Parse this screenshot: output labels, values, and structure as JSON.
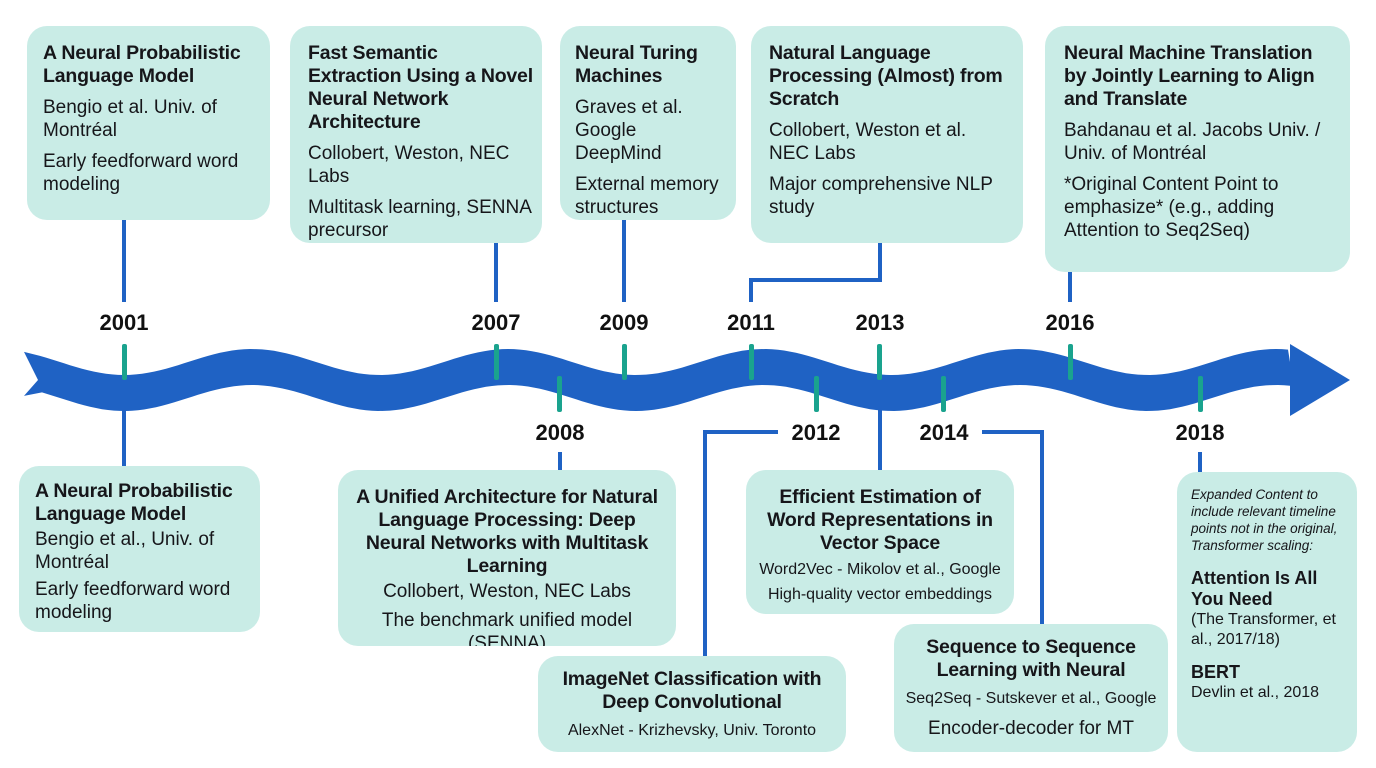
{
  "years": {
    "y2001": "2001",
    "y2007": "2007",
    "y2008": "2008",
    "y2009": "2009",
    "y2011": "2011",
    "y2012": "2012",
    "y2013": "2013",
    "y2014": "2014",
    "y2016": "2016",
    "y2018": "2018"
  },
  "cards": {
    "c2001_top": {
      "title": "A Neural Probabilistic Language Model",
      "authors": "Bengio et al. Univ. of Montréal",
      "desc": "Early feedforward word modeling"
    },
    "c2007": {
      "title": "Fast Semantic Extraction Using a Novel Neural Network Architecture",
      "authors": "Collobert, Weston, NEC Labs",
      "desc": "Multitask learning, SENNA precursor"
    },
    "c2009": {
      "title": "Neural Turing Machines",
      "authors": "Graves et al. Google DeepMind",
      "desc": "External memory structures"
    },
    "c2011": {
      "title": "Natural Language Processing (Almost) from Scratch",
      "authors": "Collobert, Weston et al. NEC Labs",
      "desc": "Major comprehensive NLP study"
    },
    "c2016": {
      "title": "Neural Machine Translation by Jointly Learning to Align and Translate",
      "authors": "Bahdanau et al. Jacobs Univ. / Univ. of Montréal",
      "desc": "*Original Content Point to emphasize* (e.g., adding Attention to Seq2Seq)"
    },
    "c2001_bottom": {
      "title": "A Neural Probabilistic Language Model",
      "authors": "Bengio et al., Univ. of Montréal",
      "desc": "Early feedforward word modeling"
    },
    "c2008": {
      "title": "A Unified Architecture for Natural Language Processing: Deep Neural Networks with Multitask Learning",
      "authors": "Collobert, Weston, NEC Labs",
      "desc": "The benchmark unified model (SENNA)"
    },
    "c2012": {
      "title": "ImageNet Classification with Deep Convolutional",
      "authors": "AlexNet - Krizhevsky, Univ. Toronto"
    },
    "c2013": {
      "title": "Efficient Estimation of Word Representations in Vector Space",
      "authors": "Word2Vec - Mikolov et al., Google",
      "desc": "High-quality vector embeddings"
    },
    "c2014": {
      "title": "Sequence to Sequence Learning with Neural",
      "authors": "Seq2Seq - Sutskever et al., Google",
      "desc": "Encoder-decoder for MT"
    },
    "c2018": {
      "note": "Expanded Content to include relevant timeline points not in the original, Transformer scaling:",
      "sub1_title": "Attention Is All You Need",
      "sub1_desc": "(The Transformer, et al., 2017/18)",
      "sub2_title": "BERT",
      "sub2_desc": "Devlin et al., 2018"
    }
  },
  "colors": {
    "ribbon": "#1f62c4",
    "tick": "#1aa38e",
    "card": "#c9ece6",
    "connector": "#1f62c4"
  }
}
